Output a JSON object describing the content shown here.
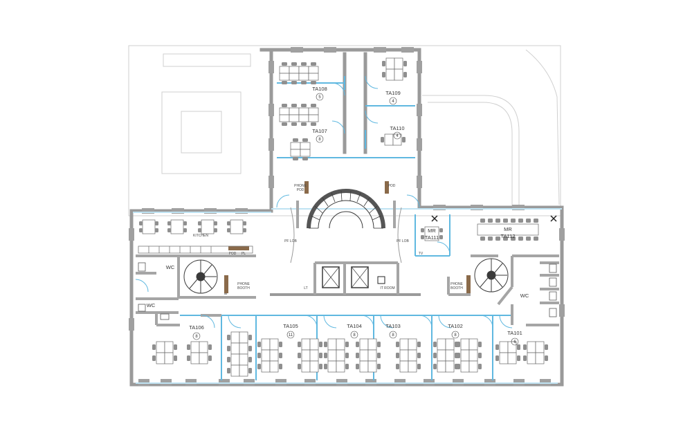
{
  "rooms": {
    "ta108": {
      "name": "TA108",
      "cap": "5"
    },
    "ta107": {
      "name": "TA107",
      "cap": "8"
    },
    "ta109": {
      "name": "TA109",
      "cap": "4"
    },
    "ta110": {
      "name": "TA110",
      "cap": "4"
    },
    "ta106": {
      "name": "TA106",
      "cap": "8"
    },
    "ta105": {
      "name": "TA105",
      "cap": "11"
    },
    "ta104": {
      "name": "TA104",
      "cap": "8"
    },
    "ta103": {
      "name": "TA103",
      "cap": "8"
    },
    "ta102": {
      "name": "TA102",
      "cap": "8"
    },
    "ta101": {
      "name": "TA101",
      "cap": "6"
    },
    "ta111": {
      "line1": "MR",
      "line2": "TA111"
    },
    "ta112": {
      "line1": "MR",
      "line2": "TA112"
    }
  },
  "labels": {
    "kitchen": "KITCHEN",
    "wc": "WC",
    "phone": "PHONE",
    "pod": "POD",
    "booth": "BOOTH",
    "pl": "PL",
    "it_room": "IT ROOM",
    "lt": "LT",
    "tv": "TV",
    "pf_lob": "PF LOB"
  },
  "colors": {
    "wall": "#9a9a9a",
    "glass": "#5fb8e0",
    "desk": "#ffffff",
    "chair": "#8f8f8f",
    "stair": "#3a3a3a"
  }
}
